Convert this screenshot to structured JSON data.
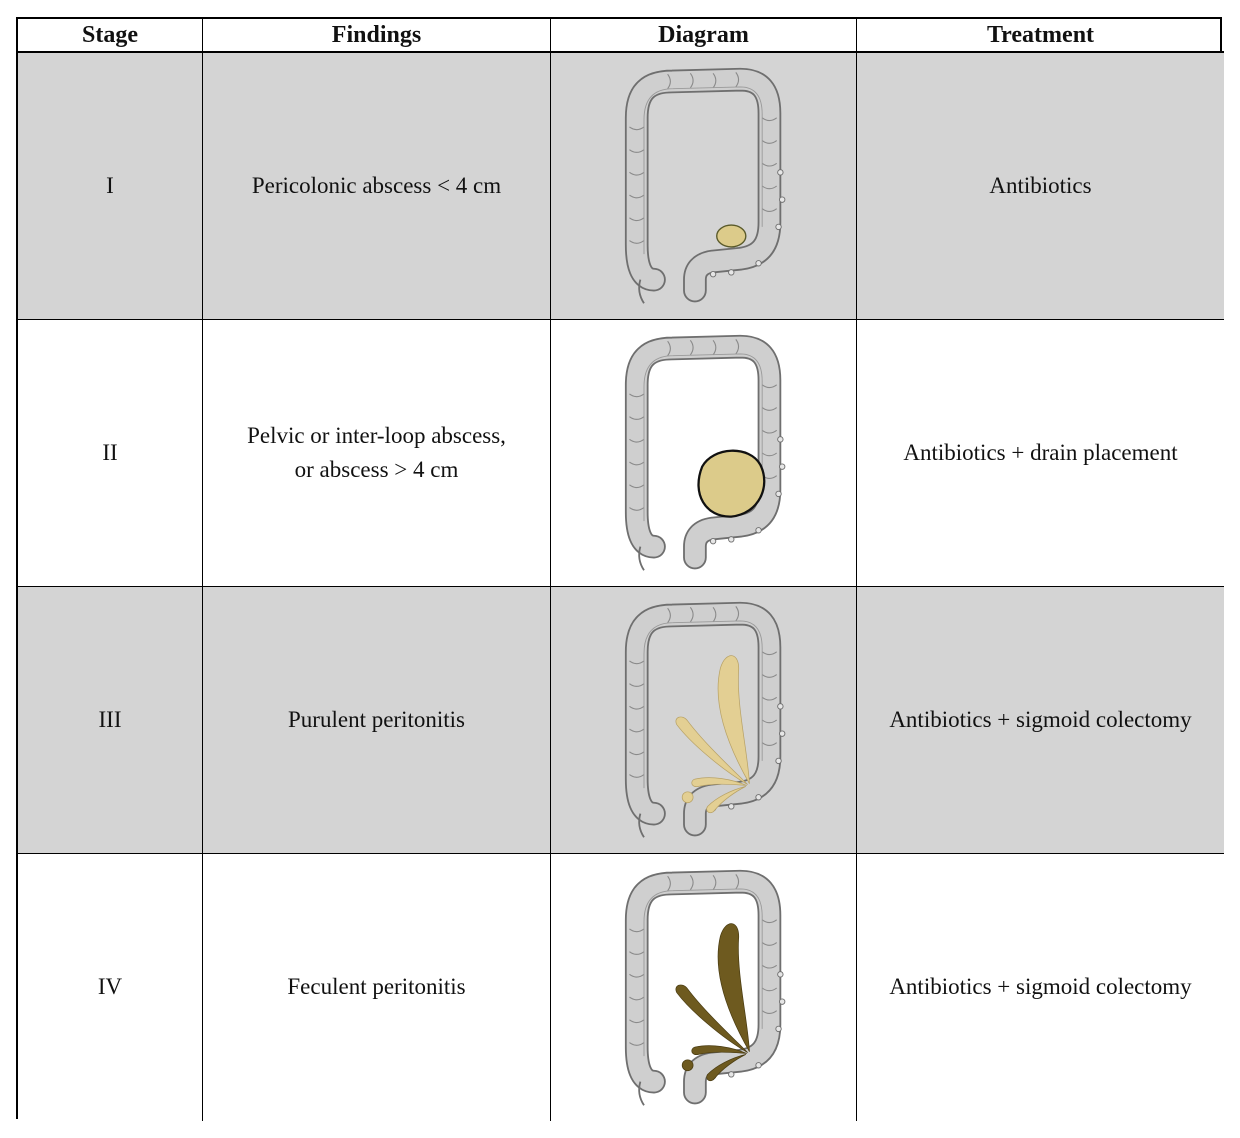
{
  "headers": {
    "stage": "Stage",
    "findings": "Findings",
    "diagram": "Diagram",
    "treatment": "Treatment"
  },
  "rows": [
    {
      "stage": "I",
      "findings": "Pericolonic abscess < 4 cm",
      "treatment": "Antibiotics",
      "diagram": "colon-small-abscess",
      "shaded": true
    },
    {
      "stage": "II",
      "findings": "Pelvic or inter-loop abscess,\nor abscess > 4 cm",
      "treatment": "Antibiotics + drain placement",
      "diagram": "colon-large-abscess",
      "shaded": false
    },
    {
      "stage": "III",
      "findings": "Purulent peritonitis",
      "treatment": "Antibiotics + sigmoid colectomy",
      "diagram": "colon-purulent-spill",
      "shaded": true
    },
    {
      "stage": "IV",
      "findings": "Feculent peritonitis",
      "treatment": "Antibiotics + sigmoid colectomy",
      "diagram": "colon-feculent-spill",
      "shaded": false
    }
  ],
  "colors": {
    "shaded_row": "#d4d4d4",
    "colon_fill": "#c9c9c9",
    "colon_stroke": "#6f6f6f",
    "pus": "#e3cf93",
    "abscess": "#dccb8a",
    "feces": "#6e5a1f"
  }
}
